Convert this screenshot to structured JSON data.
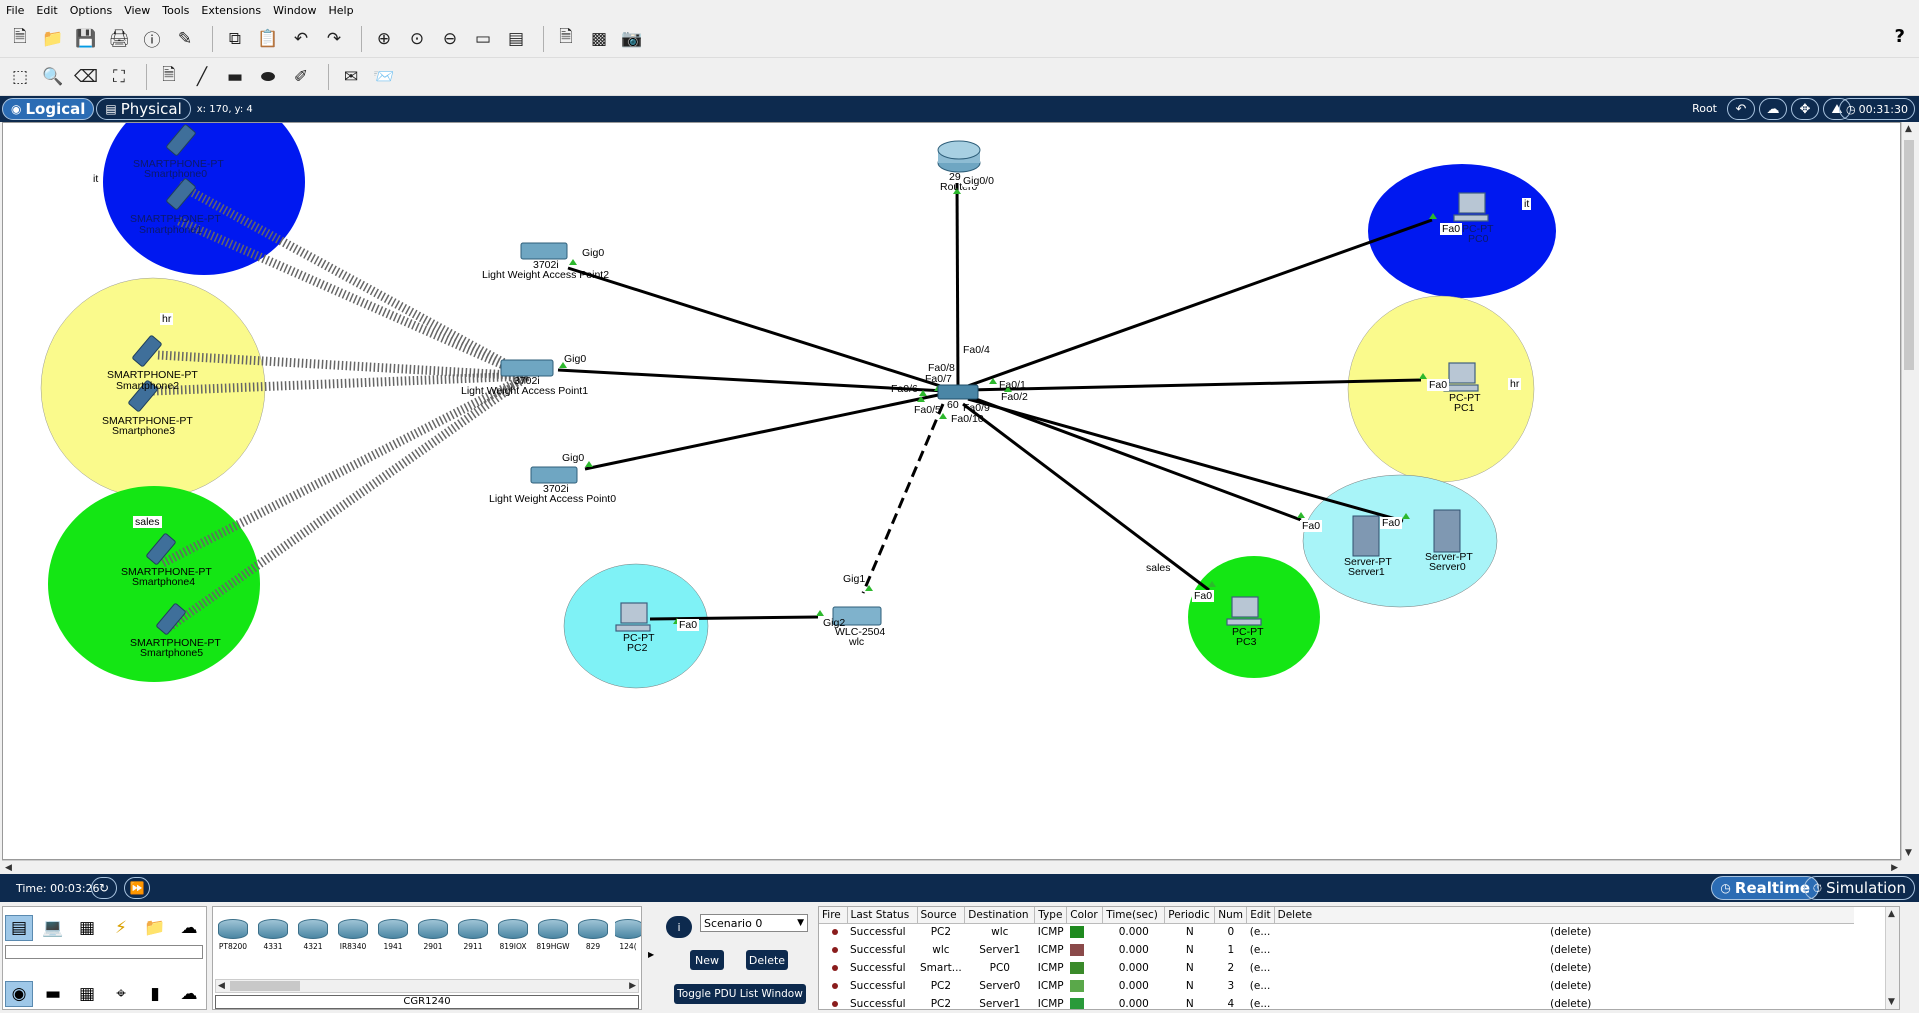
{
  "menu": [
    "File",
    "Edit",
    "Options",
    "View",
    "Tools",
    "Extensions",
    "Window",
    "Help"
  ],
  "toolbar1": {
    "icons": [
      "new-icon",
      "open-icon",
      "save-icon",
      "print-icon",
      "info-icon",
      "activity-wizard-icon",
      "copy-icon",
      "paste-icon",
      "undo-icon",
      "redo-icon",
      "zoom-in-icon",
      "zoom-reset-icon",
      "zoom-out-icon",
      "drawing-palette-icon",
      "custom-device-icon",
      "notes-icon",
      "viewport-icon",
      "screenshot-icon"
    ],
    "help": "?"
  },
  "toolbar2": {
    "icons": [
      "select-icon",
      "inspect-icon",
      "delete-icon",
      "resize-icon",
      "place-note-icon",
      "draw-line-icon",
      "draw-rectangle-icon",
      "draw-ellipse-icon",
      "freeform-icon",
      "simple-pdu-icon",
      "complex-pdu-icon"
    ]
  },
  "modebar": {
    "logical": "Logical",
    "physical": "Physical",
    "coords": "x: 170, y: 4",
    "root": "Root",
    "clock": "00:31:30"
  },
  "workspace": {
    "zones": [
      {
        "id": "it-left",
        "color": "#0018f0",
        "label": "it"
      },
      {
        "id": "hr-left",
        "color": "#fafa8c",
        "label": "hr"
      },
      {
        "id": "sales-left",
        "color": "#14e614",
        "label": "sales"
      },
      {
        "id": "it-right",
        "color": "#0018f0",
        "label": "it"
      },
      {
        "id": "hr-right",
        "color": "#fafa8c",
        "label": "hr"
      },
      {
        "id": "servers",
        "color": "#a8f4f8",
        "label": ""
      },
      {
        "id": "sales-right",
        "color": "#14e614",
        "label": "sales"
      },
      {
        "id": "pc2-zone",
        "color": "#7ff2f6",
        "label": ""
      }
    ],
    "devices": {
      "smartphone0": {
        "model": "SMARTPHONE-PT",
        "name": "Smartphone0"
      },
      "smartphone1": {
        "model": "SMARTPHONE-PT",
        "name": "Smartphone1"
      },
      "smartphone2": {
        "model": "SMARTPHONE-PT",
        "name": "Smartphone2"
      },
      "smartphone3": {
        "model": "SMARTPHONE-PT",
        "name": "Smartphone3"
      },
      "smartphone4": {
        "model": "SMARTPHONE-PT",
        "name": "Smartphone4"
      },
      "smartphone5": {
        "model": "SMARTPHONE-PT",
        "name": "Smartphone5"
      },
      "ap2": {
        "model": "3702i",
        "name": "Light Weight Access Point2",
        "port": "Gig0"
      },
      "ap1": {
        "model": "3702i",
        "name": "Light Weight Access Point1",
        "port": "Gig0"
      },
      "ap0": {
        "model": "3702i",
        "name": "Light Weight Access Point0",
        "port": "Gig0"
      },
      "router0": {
        "model": "29",
        "name": "Router0",
        "port": "Gig0/0"
      },
      "switch": {
        "model": "60",
        "ports": [
          "Fa0/4",
          "Fa0/8",
          "Fa0/7",
          "Fa0/6",
          "Fa0/5",
          "Fa0/9",
          "Fa0/10",
          "Fa0/1",
          "Fa0/2"
        ]
      },
      "pc0": {
        "model": "PC-PT",
        "name": "PC0",
        "port": "Fa0"
      },
      "pc1": {
        "model": "PC-PT",
        "name": "PC1",
        "port": "Fa0"
      },
      "server1": {
        "model": "Server-PT",
        "name": "Server1",
        "port": "Fa0"
      },
      "server0": {
        "model": "Server-PT",
        "name": "Server0",
        "port": "Fa0"
      },
      "pc3": {
        "model": "PC-PT",
        "name": "PC3",
        "port": "Fa0"
      },
      "pc2": {
        "model": "PC-PT",
        "name": "PC2",
        "port": "Fa0"
      },
      "wlc": {
        "model": "WLC-2504",
        "name": "wlc",
        "port_up": "Gig1",
        "port_left": "Gig2"
      }
    }
  },
  "status": {
    "time": "Time: 00:03:26",
    "realtime": "Realtime",
    "simulation": "Simulation"
  },
  "devices_panel": {
    "tiles": [
      "PT8200",
      "4331",
      "4321",
      "IR8340",
      "1941",
      "2901",
      "2911",
      "819IOX",
      "819HGW",
      "829",
      "124("
    ],
    "selected": "CGR1240"
  },
  "scenario": {
    "select": "Scenario 0",
    "new": "New",
    "delete": "Delete",
    "toggle": "Toggle PDU List Window"
  },
  "pdu": {
    "headers": [
      "Fire",
      "Last Status",
      "Source",
      "Destination",
      "Type",
      "Color",
      "Time(sec)",
      "Periodic",
      "Num",
      "Edit",
      "Delete"
    ],
    "rows": [
      {
        "status": "Successful",
        "source": "PC2",
        "dest": "wlc",
        "type": "ICMP",
        "color": "#1f8a1f",
        "time": "0.000",
        "periodic": "N",
        "num": "0",
        "edit": "(e...",
        "delete": "(delete)"
      },
      {
        "status": "Successful",
        "source": "wlc",
        "dest": "Server1",
        "type": "ICMP",
        "color": "#8a4a4a",
        "time": "0.000",
        "periodic": "N",
        "num": "1",
        "edit": "(e...",
        "delete": "(delete)"
      },
      {
        "status": "Successful",
        "source": "Smart...",
        "dest": "PC0",
        "type": "ICMP",
        "color": "#3a8a2a",
        "time": "0.000",
        "periodic": "N",
        "num": "2",
        "edit": "(e...",
        "delete": "(delete)"
      },
      {
        "status": "Successful",
        "source": "PC2",
        "dest": "Server0",
        "type": "ICMP",
        "color": "#5aa84a",
        "time": "0.000",
        "periodic": "N",
        "num": "3",
        "edit": "(e...",
        "delete": "(delete)"
      },
      {
        "status": "Successful",
        "source": "PC2",
        "dest": "Server1",
        "type": "ICMP",
        "color": "#2a9a3a",
        "time": "0.000",
        "periodic": "N",
        "num": "4",
        "edit": "(e...",
        "delete": "(delete)"
      }
    ]
  }
}
